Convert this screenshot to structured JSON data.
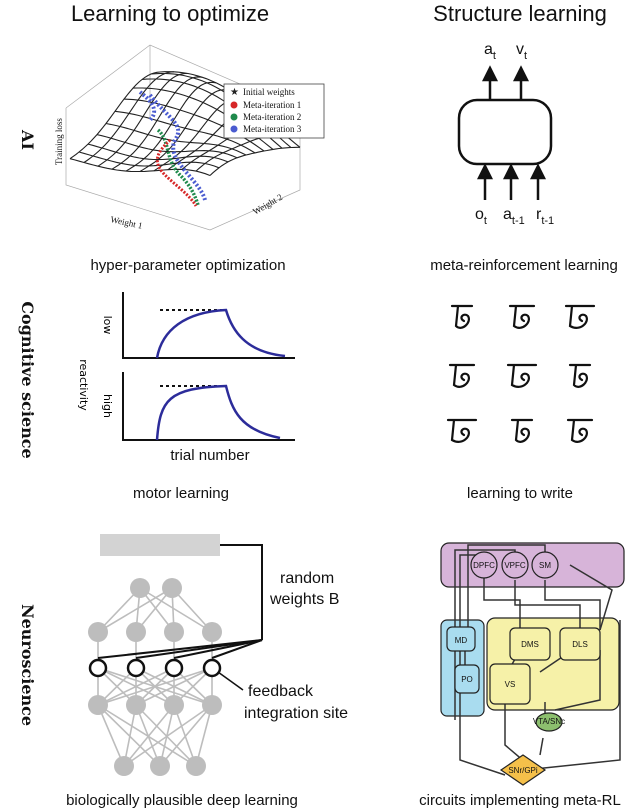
{
  "headers": {
    "left": "Learning to optimize",
    "right": "Structure learning"
  },
  "row_labels": [
    "AI",
    "Cognitive science",
    "Neuroscience"
  ],
  "panel_opt": {
    "zlabel": "Training loss",
    "xlabel": "Weight 1",
    "ylabel": "Weight 2",
    "legend": [
      "Initial weights",
      "Meta-iteration 1",
      "Meta-iteration 2",
      "Meta-iteration 3"
    ],
    "legend_colors": [
      "#222222",
      "#d62728",
      "#1f8a4c",
      "#4a5bd0"
    ],
    "caption": "hyper-parameter optimization"
  },
  "panel_rl": {
    "out1": "a",
    "out1_sub": "t",
    "out2": "v",
    "out2_sub": "t",
    "in1": "o",
    "in1_sub": "t",
    "in2": "a",
    "in2_sub": "t-1",
    "in3": "r",
    "in3_sub": "t-1",
    "caption": "meta-reinforcement learning"
  },
  "panel_motor": {
    "ylabel": "reactivity",
    "top_label": "low",
    "bottom_label": "high",
    "xlabel": "trial number",
    "caption": "motor learning",
    "curve_color": "#2c2c9a"
  },
  "panel_write": {
    "caption": "learning to write"
  },
  "panel_deep": {
    "label_weights_1": "random",
    "label_weights_2": "weights B",
    "label_site_1": "feedback",
    "label_site_2": "integration site",
    "caption": "biologically plausible deep learning"
  },
  "panel_circuit": {
    "cortex": [
      "DPFC",
      "VPFC",
      "SM"
    ],
    "thalamus": [
      "MD",
      "PO"
    ],
    "striatum": [
      "DMS",
      "DLS",
      "VS"
    ],
    "vta": "VTA/SNc",
    "snr": "SNr/GPi",
    "caption": "circuits implementing meta-RL",
    "colors": {
      "cortex": "#d7b4d9",
      "thalamus": "#a9dcef",
      "striatum": "#f6f1a8",
      "vta": "#8cbf6e",
      "snr": "#f5c04a"
    }
  }
}
